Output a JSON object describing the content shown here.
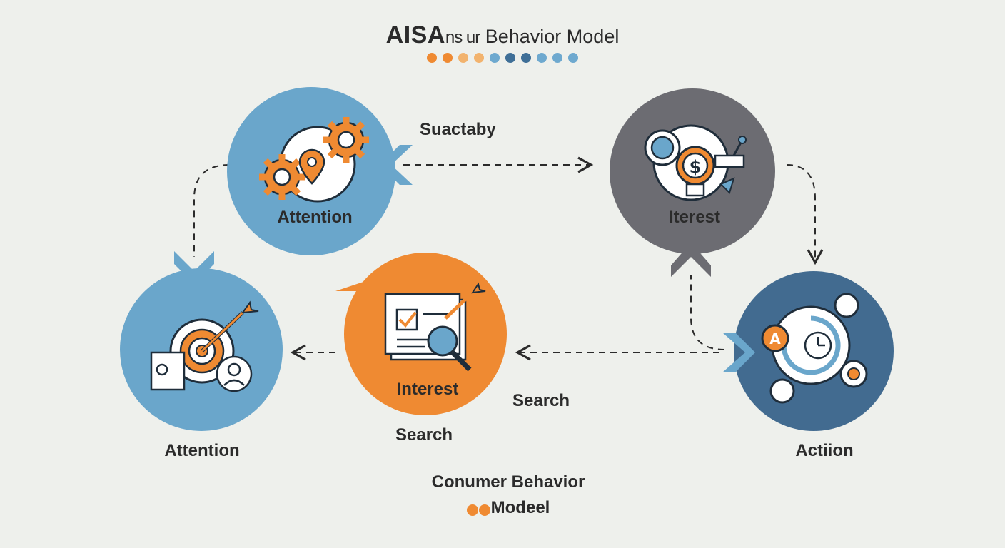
{
  "header": {
    "title_bold": "AISA",
    "title_mid": "ns ur",
    "title_rest": " Behavior Model",
    "dot_colors": [
      "#ef8a32",
      "#ef8a32",
      "#f2b36e",
      "#f2b36e",
      "#6ea9cf",
      "#3f6f97",
      "#3f6f97",
      "#6ea9cf",
      "#6ea9cf",
      "#6ea9cf"
    ]
  },
  "nodes": {
    "attention_top": {
      "label": "Attention",
      "color": "#6aa6cb",
      "icon": "gears-map-pin-icon"
    },
    "interest_top": {
      "label": "Iterest",
      "color": "#6c6c72",
      "icon": "gears-lightbulb-dollar-icon"
    },
    "attention_bottom": {
      "label": "Attention",
      "color": "#6aa6cb",
      "icon": "gear-target-arrow-icon"
    },
    "interest_middle": {
      "label": "Interest",
      "color": "#ef8a32",
      "icon": "checklist-magnifier-icon"
    },
    "action": {
      "label": "Actiion",
      "color": "#426b90",
      "icon": "clock-cycle-icon"
    }
  },
  "edge_labels": {
    "top": "Suactaby",
    "right_search": "Search",
    "center_search": "Search"
  },
  "footer": {
    "line1": "Conumer Behavior",
    "line2": "Modeel",
    "dot_colors": [
      "#ef8a32",
      "#ef8a32"
    ]
  }
}
